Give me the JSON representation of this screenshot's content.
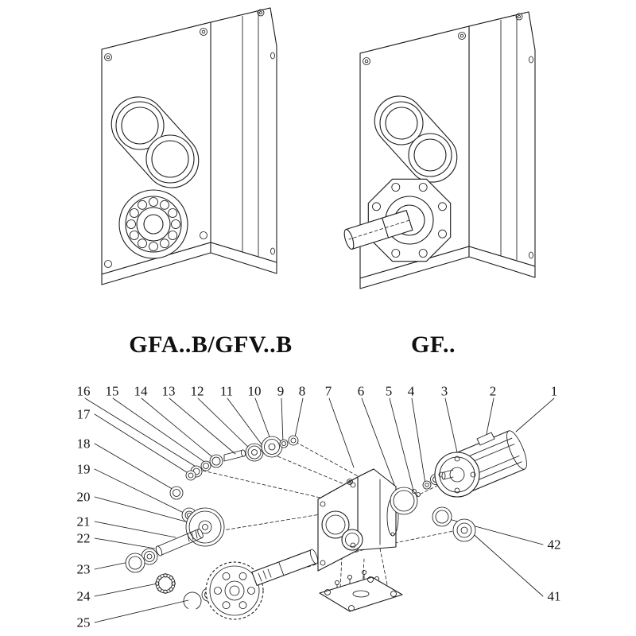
{
  "captions": {
    "left": "GFA..B/GFV..B",
    "right": "GF.."
  },
  "part_numbers": {
    "top_row": [
      "16",
      "15",
      "14",
      "13",
      "12",
      "11",
      "10",
      "9",
      "8",
      "7",
      "6",
      "5",
      "4",
      "3",
      "2",
      "1"
    ],
    "left_column": [
      "17",
      "18",
      "19",
      "20",
      "21",
      "22",
      "23",
      "24",
      "25"
    ],
    "right_column": [
      "42",
      "41"
    ]
  },
  "colors": {
    "line": "#1c1c1c",
    "background": "#ffffff"
  }
}
